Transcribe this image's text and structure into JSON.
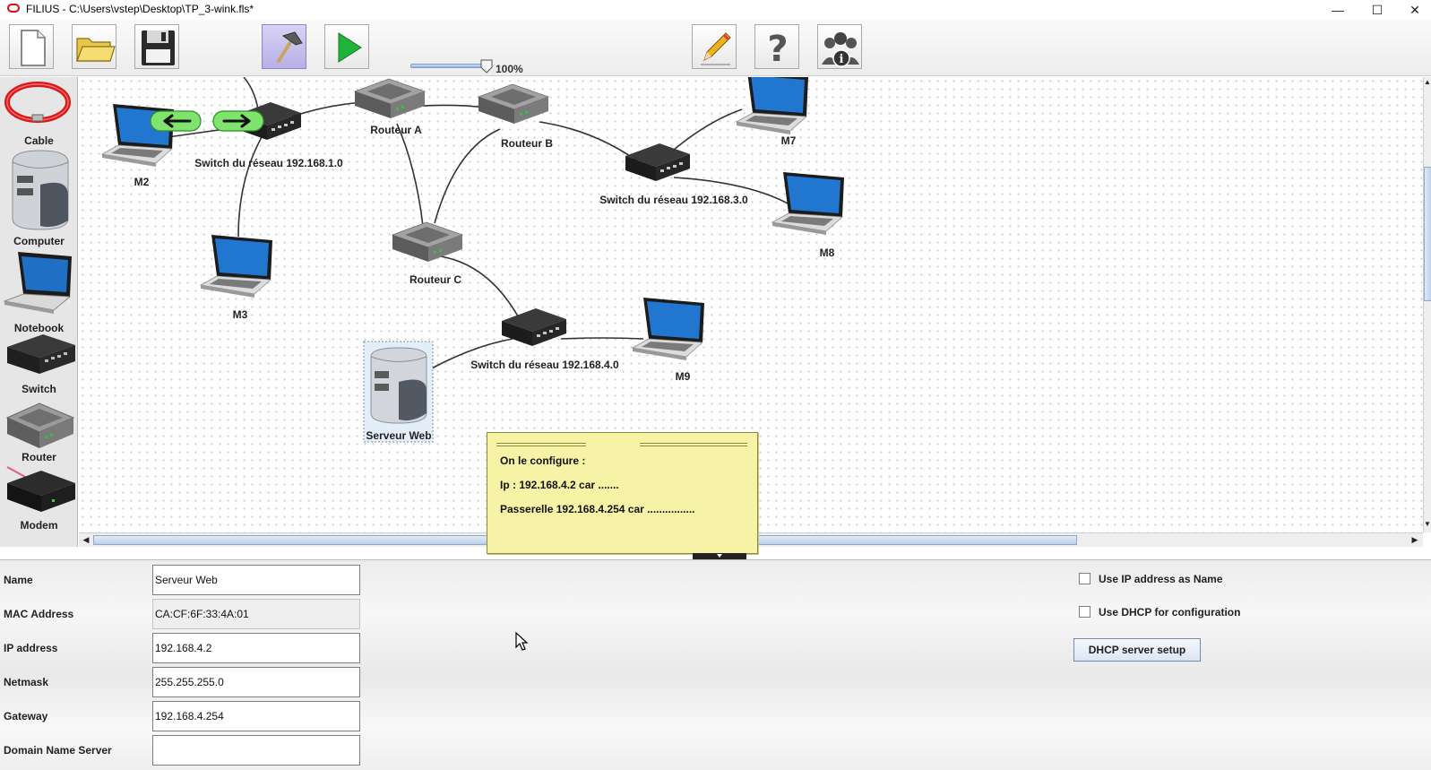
{
  "window": {
    "title": "FILIUS - C:\\Users\\vstep\\Desktop\\TP_3-wink.fls*",
    "minimize": "—",
    "maximize": "☐",
    "close": "✕"
  },
  "toolbar": {
    "zoom_value": "100%"
  },
  "palette": {
    "items": [
      {
        "label": "Cable"
      },
      {
        "label": "Computer"
      },
      {
        "label": "Notebook"
      },
      {
        "label": "Switch"
      },
      {
        "label": "Router"
      },
      {
        "label": "Modem"
      }
    ]
  },
  "network": {
    "nodes": {
      "m2": "M2",
      "m3": "M3",
      "m7": "M7",
      "m8": "M8",
      "m9": "M9",
      "switch1": "Switch du réseau 192.168.1.0",
      "switch3": "Switch du réseau 192.168.3.0",
      "switch4": "Switch du réseau 192.168.4.0",
      "routerA": "Routeur A",
      "routerB": "Routeur B",
      "routerC": "Routeur C",
      "server": "Serveur Web"
    }
  },
  "note": {
    "lines": [
      "On le configure :",
      "Ip : 192.168.4.2 car .......",
      "Passerelle 192.168.4.254 car ................"
    ]
  },
  "properties": {
    "fields": [
      {
        "label": "Name",
        "value": "Serveur Web"
      },
      {
        "label": "MAC Address",
        "value": "CA:CF:6F:33:4A:01"
      },
      {
        "label": "IP address",
        "value": "192.168.4.2"
      },
      {
        "label": "Netmask",
        "value": "255.255.255.0"
      },
      {
        "label": "Gateway",
        "value": "192.168.4.254"
      },
      {
        "label": "Domain Name Server",
        "value": ""
      }
    ],
    "use_ip_as_name": "Use IP address as Name",
    "use_dhcp": "Use DHCP for configuration",
    "dhcp_button": "DHCP server setup"
  }
}
